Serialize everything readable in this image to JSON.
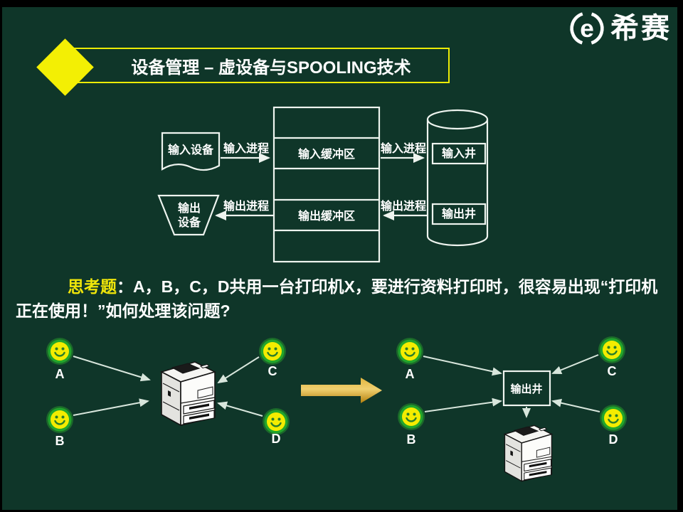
{
  "logo": {
    "icon_letter": "e",
    "brand": "希赛"
  },
  "header": {
    "title": "设备管理 – 虚设备与SPOOLING技术"
  },
  "spool": {
    "input_device": "输入设备",
    "output_device_lines": [
      "输出",
      "设备"
    ],
    "input_buffer": "输入缓冲区",
    "output_buffer": "输出缓冲区",
    "input_well": "输入井",
    "output_well": "输出井",
    "input_process": "输入进程",
    "output_process": "输出进程"
  },
  "question": {
    "label": "思考题",
    "line1": "：A，B，C，D共用一台打印机X，要进行资料打印时，很容易出现“打印机",
    "line2": "正在使用！”如何处理该问题?"
  },
  "before": {
    "users": [
      "A",
      "B",
      "C",
      "D"
    ]
  },
  "after": {
    "users": [
      "A",
      "B",
      "C",
      "D"
    ],
    "well": "输出井"
  },
  "colors": {
    "background_green": "#0f3629",
    "accent_yellow": "#f3ef04",
    "title_border_yellow": "#ecec06",
    "question_label_yellow": "#f0e60a",
    "diagram_line_white": "#eef4ef",
    "smiley_face_yellow": "#f4ec00",
    "smiley_ring_green": "#22a52b",
    "transition_arrow_gold": "#d9a627"
  }
}
